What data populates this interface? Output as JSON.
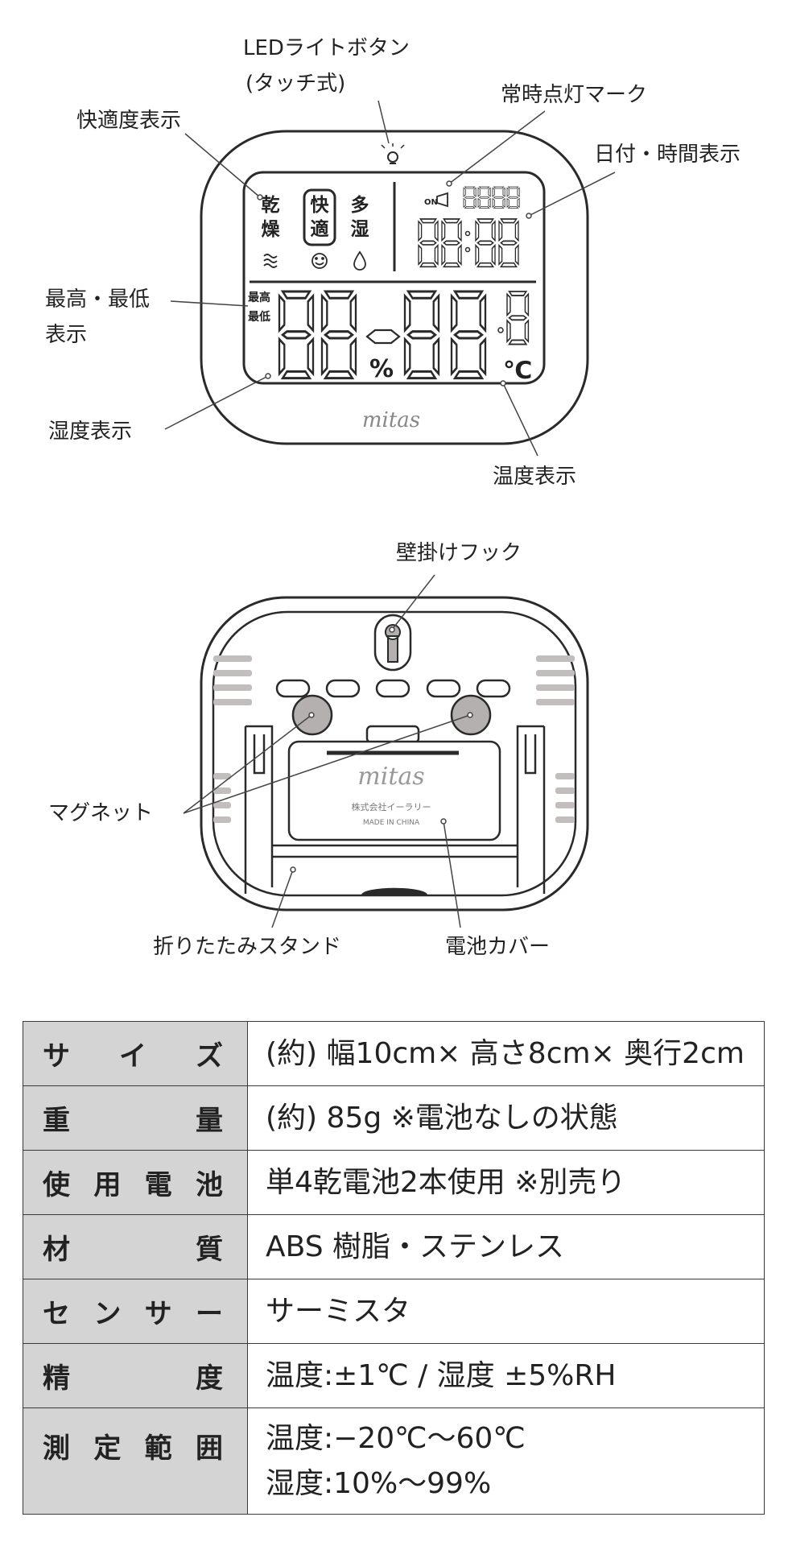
{
  "front": {
    "labels": {
      "led_button_1": "LEDライトボタン",
      "led_button_2": "(タッチ式)",
      "always_on": "常時点灯マーク",
      "comfort": "快適度表示",
      "datetime": "日付・時間表示",
      "minmax_1": "最高・最低",
      "minmax_2": "表示",
      "humidity": "湿度表示",
      "temperature": "温度表示"
    },
    "lcd": {
      "comfort_dry_1": "乾",
      "comfort_dry_2": "燥",
      "comfort_ok_1": "快",
      "comfort_ok_2": "適",
      "comfort_wet_1": "多",
      "comfort_wet_2": "湿",
      "on_text": "ON",
      "max_text": "最高",
      "min_text": "最低",
      "percent": "%",
      "celsius": "℃",
      "brand": "mitas"
    }
  },
  "back": {
    "labels": {
      "hook": "壁掛けフック",
      "magnet": "マグネット",
      "stand": "折りたたみスタンド",
      "battery_cover": "電池カバー"
    },
    "cover": {
      "brand": "mitas",
      "company": "株式会社イーラリー",
      "made_in": "MADE IN CHINA"
    }
  },
  "specs": [
    {
      "chars": [
        "サ",
        "イ",
        "ズ"
      ],
      "value": "(約) 幅10cm× 高さ8cm× 奥行2cm"
    },
    {
      "chars": [
        "重",
        "量"
      ],
      "value": "(約) 85g ※電池なしの状態"
    },
    {
      "chars": [
        "使",
        "用",
        "電",
        "池"
      ],
      "value": "単4乾電池2本使用 ※別売り"
    },
    {
      "chars": [
        "材",
        "質"
      ],
      "value": "ABS 樹脂・ステンレス"
    },
    {
      "chars": [
        "セ",
        "ン",
        "サ",
        "ー"
      ],
      "value": "サーミスタ"
    },
    {
      "chars": [
        "精",
        "度"
      ],
      "value": "温度:±1℃ / 湿度 ±5%RH"
    },
    {
      "chars": [
        "測",
        "定",
        "範",
        "囲"
      ],
      "value": "温度:−20℃〜60℃",
      "value2": "湿度:10%〜99%"
    }
  ]
}
